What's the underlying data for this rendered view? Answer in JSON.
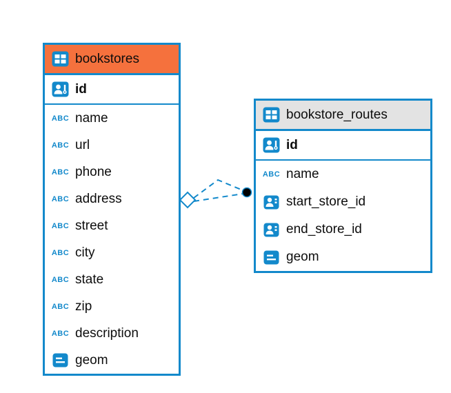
{
  "colors": {
    "accent_blue": "#1389cb",
    "bookstores_header": "#f5713d",
    "routes_header": "#e3e3e3",
    "connector_dot": "#000000",
    "background": "#ffffff"
  },
  "icons": {
    "text_label": "ABC"
  },
  "tables": [
    {
      "title": "bookstores",
      "primary_key": {
        "name": "id",
        "icon": "person-key-icon"
      },
      "columns": [
        {
          "name": "name",
          "icon": "text-icon"
        },
        {
          "name": "url",
          "icon": "text-icon"
        },
        {
          "name": "phone",
          "icon": "text-icon"
        },
        {
          "name": "address",
          "icon": "text-icon"
        },
        {
          "name": "street",
          "icon": "text-icon"
        },
        {
          "name": "city",
          "icon": "text-icon"
        },
        {
          "name": "state",
          "icon": "text-icon"
        },
        {
          "name": "zip",
          "icon": "text-icon"
        },
        {
          "name": "description",
          "icon": "text-icon"
        },
        {
          "name": "geom",
          "icon": "geometry-icon"
        }
      ]
    },
    {
      "title": "bookstore_routes",
      "primary_key": {
        "name": "id",
        "icon": "person-key-icon"
      },
      "columns": [
        {
          "name": "name",
          "icon": "text-icon"
        },
        {
          "name": "start_store_id",
          "icon": "person-icon"
        },
        {
          "name": "end_store_id",
          "icon": "person-icon"
        },
        {
          "name": "geom",
          "icon": "geometry-icon"
        }
      ]
    }
  ],
  "relationship": {
    "from_table": "bookstores",
    "to_table": "bookstore_routes",
    "line_style": "dashed"
  }
}
